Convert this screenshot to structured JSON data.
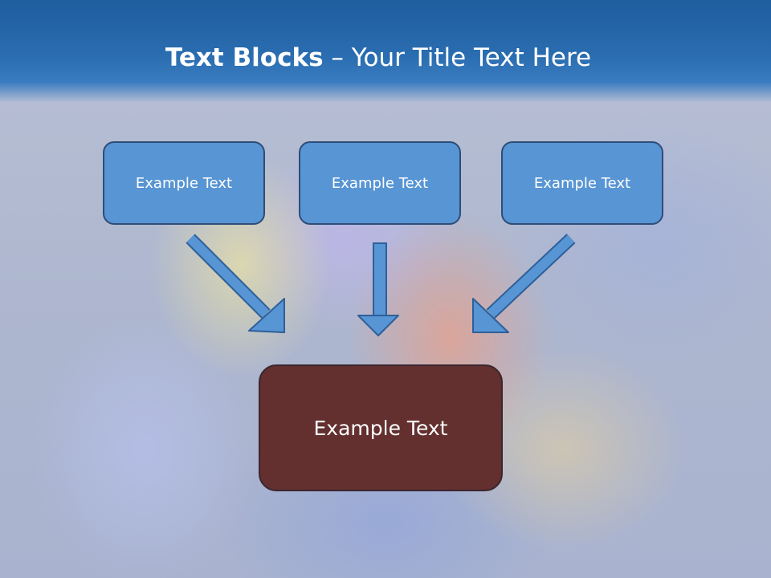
{
  "slide": {
    "title_bold": "Text Blocks",
    "title_separator": " – ",
    "title_rest": "Your Title Text Here"
  },
  "blocks": [
    {
      "label": "Example Text"
    },
    {
      "label": "Example Text"
    },
    {
      "label": "Example Text"
    }
  ],
  "target": {
    "label": "Example Text"
  },
  "colors": {
    "header": "#2a6db0",
    "block_fill": "#5795d4",
    "block_border": "#2e4d78",
    "target_fill": "#632f2f",
    "arrow_fill": "#5795d4"
  },
  "icons": [
    "arrow-down-right-icon",
    "arrow-down-icon",
    "arrow-down-left-icon"
  ]
}
